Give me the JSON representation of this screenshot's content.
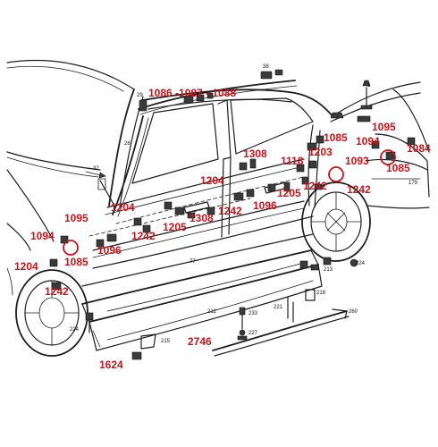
{
  "diagram": {
    "part_labels": [
      {
        "text": "1086 -1087 - 1088"
      },
      {
        "text": "1095"
      },
      {
        "text": "1084"
      },
      {
        "text": "1085"
      },
      {
        "text": "1094"
      },
      {
        "text": "1203"
      },
      {
        "text": "1308"
      },
      {
        "text": "1118"
      },
      {
        "text": "1093"
      },
      {
        "text": "1085"
      },
      {
        "text": "1242"
      },
      {
        "text": "1242"
      },
      {
        "text": "1204"
      },
      {
        "text": "1205"
      },
      {
        "text": "1096"
      },
      {
        "text": "1204"
      },
      {
        "text": "1242"
      },
      {
        "text": "1308"
      },
      {
        "text": "1205"
      },
      {
        "text": "1242"
      },
      {
        "text": "1095"
      },
      {
        "text": "1094"
      },
      {
        "text": "1096"
      },
      {
        "text": "1085"
      },
      {
        "text": "1204"
      },
      {
        "text": "1242"
      },
      {
        "text": "2746"
      },
      {
        "text": "1624"
      }
    ],
    "ref_numbers": [
      {
        "text": "38"
      },
      {
        "text": "29"
      },
      {
        "text": "20"
      },
      {
        "text": "28"
      },
      {
        "text": "32"
      },
      {
        "text": "1"
      },
      {
        "text": "179"
      },
      {
        "text": "77"
      },
      {
        "text": "212"
      },
      {
        "text": "233"
      },
      {
        "text": "227"
      },
      {
        "text": "221"
      },
      {
        "text": "218"
      },
      {
        "text": "260"
      },
      {
        "text": "215"
      },
      {
        "text": "224"
      },
      {
        "text": "224"
      },
      {
        "text": "213"
      }
    ]
  }
}
